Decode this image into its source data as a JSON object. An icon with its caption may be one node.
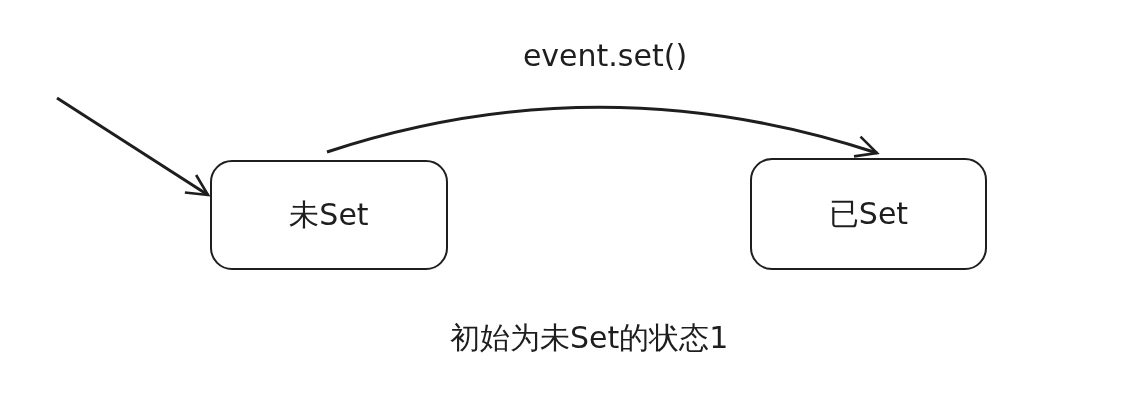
{
  "diagram": {
    "nodes": [
      {
        "text": [
          "未Set"
        ]
      },
      {
        "text": [
          "已Set"
        ]
      }
    ],
    "edges": [
      {
        "from": null,
        "to": 0,
        "arrow": "to"
      },
      {
        "from": 0,
        "to": 1,
        "arrow": "to",
        "label": "event.set()"
      }
    ],
    "labels": [
      "初始为未Set的状态1"
    ]
  }
}
